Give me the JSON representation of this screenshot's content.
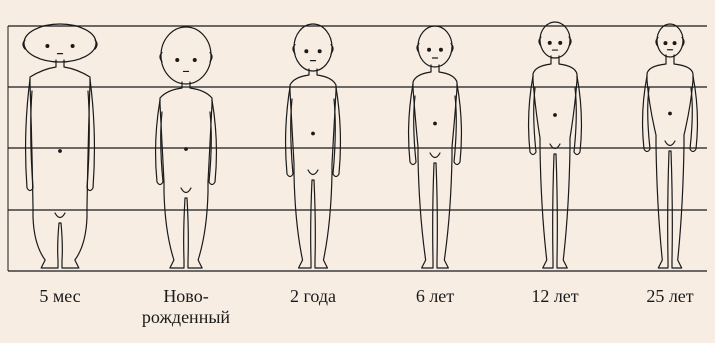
{
  "colors": {
    "background": "#f7ede3",
    "line": "#1a1a1a"
  },
  "figures": [
    {
      "id": "5-mes",
      "label": "5 мес"
    },
    {
      "id": "novorozhdenny",
      "label": "Ново-\nрожденный"
    },
    {
      "id": "2-goda",
      "label": "2 года"
    },
    {
      "id": "6-let",
      "label": "6 лет"
    },
    {
      "id": "12-let",
      "label": "12 лет"
    },
    {
      "id": "25-let",
      "label": "25 лет"
    }
  ]
}
